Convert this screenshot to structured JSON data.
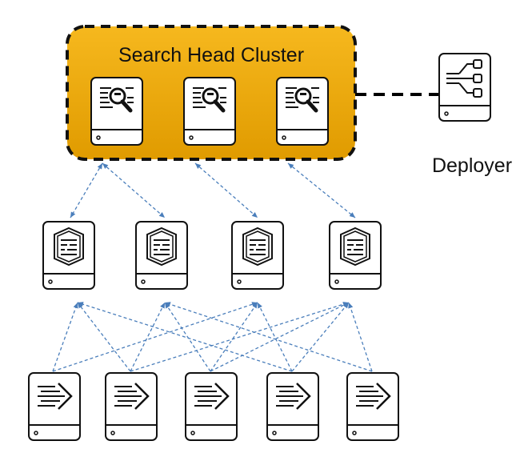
{
  "cluster": {
    "title": "Search Head Cluster",
    "fill_top": "#F6B81E",
    "fill_bottom": "#E09B00",
    "border_color": "#111111",
    "members": [
      {
        "id": "sh1",
        "icon": "search-head-icon"
      },
      {
        "id": "sh2",
        "icon": "search-head-icon"
      },
      {
        "id": "sh3",
        "icon": "search-head-icon"
      }
    ]
  },
  "deployer": {
    "label": "Deployer",
    "icon": "deployer-icon"
  },
  "indexers": [
    {
      "id": "idx1",
      "icon": "indexer-icon"
    },
    {
      "id": "idx2",
      "icon": "indexer-icon"
    },
    {
      "id": "idx3",
      "icon": "indexer-icon"
    },
    {
      "id": "idx4",
      "icon": "indexer-icon"
    }
  ],
  "forwarders": [
    {
      "id": "fw1",
      "icon": "forwarder-icon"
    },
    {
      "id": "fw2",
      "icon": "forwarder-icon"
    },
    {
      "id": "fw3",
      "icon": "forwarder-icon"
    },
    {
      "id": "fw4",
      "icon": "forwarder-icon"
    },
    {
      "id": "fw5",
      "icon": "forwarder-icon"
    }
  ],
  "colors": {
    "arrow": "#4A7EBB",
    "deployer_link": "#000000",
    "node_stroke": "#111111"
  },
  "connections": {
    "cluster_peers": [
      [
        "sh1",
        "sh2"
      ],
      [
        "sh2",
        "sh3"
      ]
    ],
    "search_to_indexer": [
      [
        "sh1",
        "idx1"
      ],
      [
        "sh1",
        "idx2"
      ],
      [
        "sh2",
        "idx3"
      ],
      [
        "sh3",
        "idx4"
      ]
    ],
    "forwarder_to_indexer": [
      [
        "fw1",
        "idx1"
      ],
      [
        "fw1",
        "idx3"
      ],
      [
        "fw2",
        "idx1"
      ],
      [
        "fw2",
        "idx2"
      ],
      [
        "fw2",
        "idx4"
      ],
      [
        "fw3",
        "idx2"
      ],
      [
        "fw3",
        "idx3"
      ],
      [
        "fw3",
        "idx4"
      ],
      [
        "fw4",
        "idx1"
      ],
      [
        "fw4",
        "idx3"
      ],
      [
        "fw4",
        "idx4"
      ],
      [
        "fw5",
        "idx2"
      ],
      [
        "fw5",
        "idx4"
      ]
    ]
  }
}
